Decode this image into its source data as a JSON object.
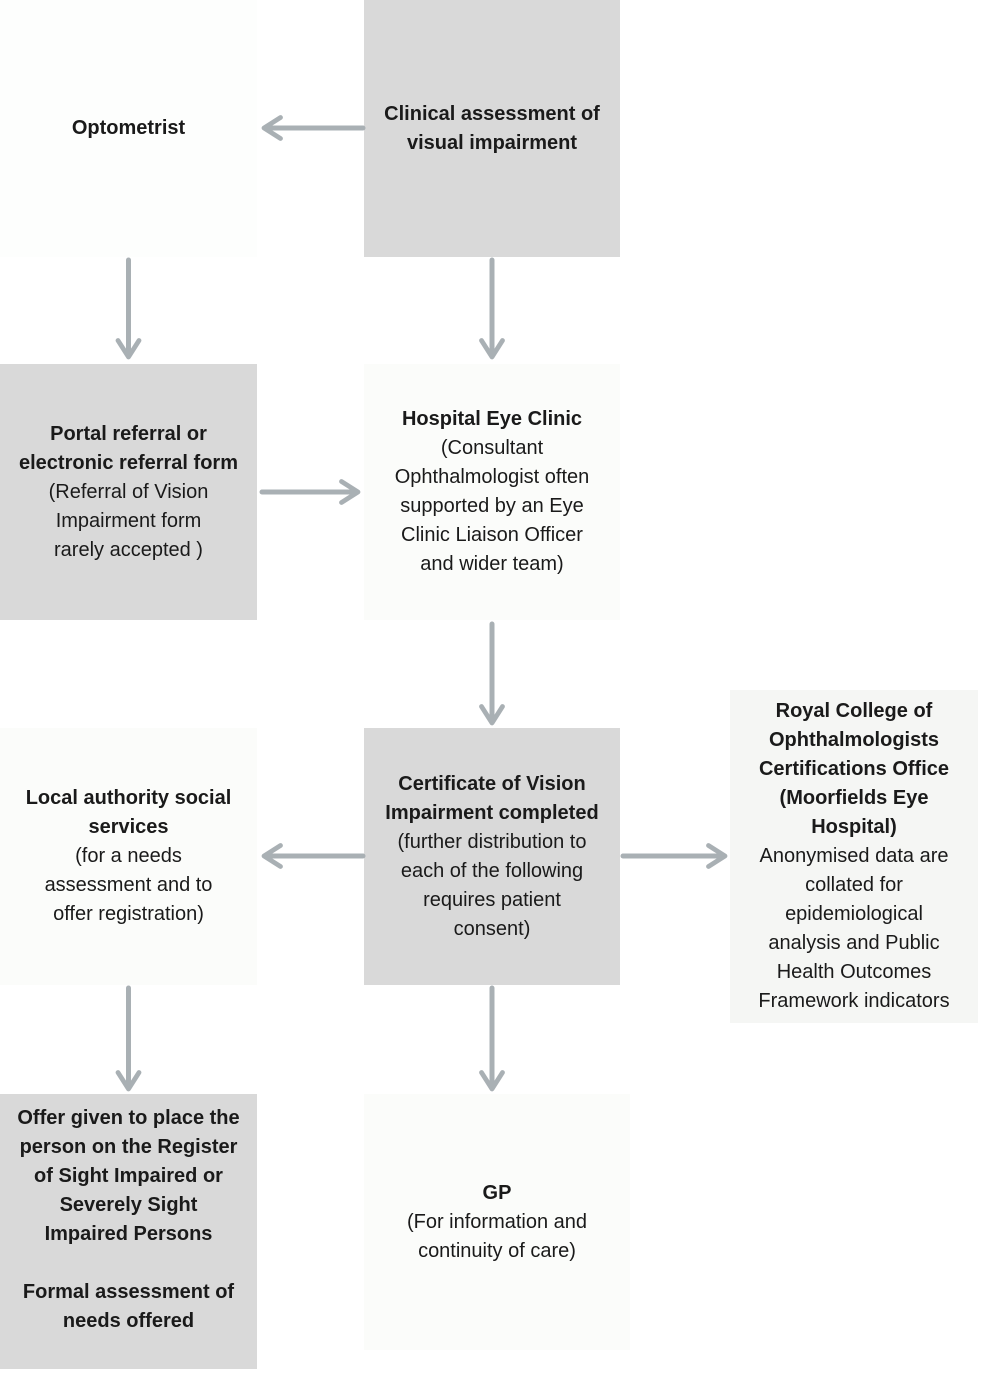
{
  "colors": {
    "background": "#ffffff",
    "box_gray": "#d9d9d9",
    "box_light": "#fbfcfa",
    "box_light_right": "#f5f6f4",
    "arrow": "#a9b0b4",
    "text": "#1a1a1a"
  },
  "nodes": {
    "optometrist": {
      "title": "Optometrist",
      "body": ""
    },
    "clinical_assessment": {
      "title": "Clinical assessment of\nvisual impairment",
      "body": ""
    },
    "portal_referral": {
      "title": "Portal referral or\nelectronic referral form",
      "body": "(Referral of Vision\nImpairment form\nrarely accepted )"
    },
    "hospital_eye_clinic": {
      "title": "Hospital Eye Clinic",
      "body": "(Consultant\nOphthalmologist often\nsupported by an Eye\nClinic Liaison Officer\nand wider team)"
    },
    "certificate": {
      "title": "Certificate of Vision\nImpairment completed",
      "body": "(further distribution to\neach of the following\nrequires patient\nconsent)"
    },
    "local_authority": {
      "title": "Local authority social\nservices",
      "body": "(for a needs\nassessment and to\noffer registration)"
    },
    "royal_college": {
      "title": "Royal College of\nOphthalmologists\nCertifications Office\n(Moorfields Eye\nHospital)",
      "body": "Anonymised data are\ncollated for\nepidemiological\nanalysis and Public\nHealth Outcomes\nFramework indicators"
    },
    "register_offer": {
      "title": "Offer given to place the\nperson on the Register\nof Sight Impaired or\nSeverely Sight\nImpaired Persons\n\nFormal assessment of\nneeds offered",
      "body": ""
    },
    "gp": {
      "title": "GP",
      "body": "(For information and\ncontinuity of care)"
    }
  },
  "connections": [
    {
      "from": "clinical_assessment",
      "to": "optometrist"
    },
    {
      "from": "optometrist",
      "to": "portal_referral"
    },
    {
      "from": "clinical_assessment",
      "to": "hospital_eye_clinic"
    },
    {
      "from": "portal_referral",
      "to": "hospital_eye_clinic"
    },
    {
      "from": "hospital_eye_clinic",
      "to": "certificate"
    },
    {
      "from": "certificate",
      "to": "local_authority"
    },
    {
      "from": "certificate",
      "to": "royal_college"
    },
    {
      "from": "certificate",
      "to": "gp"
    },
    {
      "from": "local_authority",
      "to": "register_offer"
    }
  ]
}
